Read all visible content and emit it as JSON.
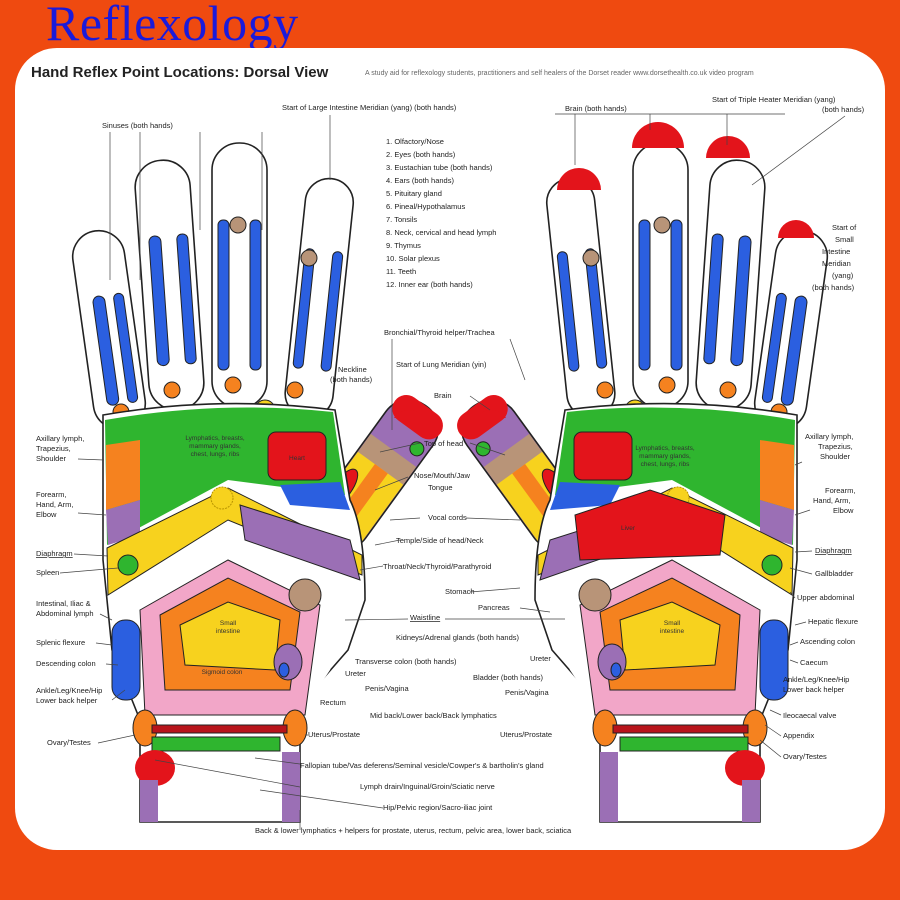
{
  "app_title": "Reflexology",
  "chart": {
    "title": "Hand Reflex Point Locations: Dorsal View",
    "subtitle": "A study aid for reflexology students, practitioners and self healers of the Dorset reader www.dorsethealth.co.uk video program"
  },
  "numbered_list": [
    "1. Olfactory/Nose",
    "2. Eyes (both hands)",
    "3. Eustachian tube (both hands)",
    "4. Ears (both hands)",
    "5. Pituitary gland",
    "6. Pineal/Hypothalamus",
    "7. Tonsils",
    "8. Neck, cervical and head lymph",
    "9. Thymus",
    "10. Solar plexus",
    "11. Teeth",
    "12. Inner ear (both hands)"
  ],
  "top_labels": {
    "sinuses": "Sinuses (both hands)",
    "large_intestine": "Start of Large Intestine Meridian (yang) (both hands)",
    "brain_both": "Brain (both hands)",
    "triple_heater_1": "Start of Triple Heater Meridian (yang)",
    "triple_heater_2": "(both hands)",
    "small_intestine": [
      "Start of",
      "Small",
      "Intestine",
      "Meridian",
      "(yang)",
      "(both hands)"
    ],
    "neckline": [
      "Neckline",
      "(both hands)"
    ]
  },
  "left_labels": {
    "axillary": [
      "Axillary lymph,",
      "Trapezius,",
      "Shoulder"
    ],
    "forearm": [
      "Forearm,",
      "Hand, Arm,",
      "Elbow"
    ],
    "diaphragm": "Diaphragm",
    "spleen": "Spleen",
    "intestinal": [
      "Intestinal, Iliac &",
      "Abdominal lymph"
    ],
    "splenic": "Splenic flexure",
    "descending": "Descending colon",
    "ankle": [
      "Ankle/Leg/Knee/Hip",
      "Lower back helper"
    ],
    "ovary": "Ovary/Testes"
  },
  "center_labels": {
    "bronchial": "Bronchial/Thyroid helper/Trachea",
    "lung": "Start of Lung Meridian (yin)",
    "brain": "Brain",
    "top_head": "Top of head",
    "nose": "Nose/Mouth/Jaw",
    "tongue": "Tongue",
    "vocal": "Vocal cords",
    "temple": "Temple/Side of head/Neck",
    "throat": "Throat/Neck/Thyroid/Parathyroid",
    "stomach": "Stomach",
    "pancreas": "Pancreas",
    "waistline": "Waistline",
    "kidneys": "Kidneys/Adrenal glands (both hands)",
    "transverse": "Transverse colon (both hands)",
    "ureter": "Ureter",
    "bladder": "Bladder (both hands)",
    "penis": "Penis/Vagina",
    "rectum": "Rectum",
    "midback": "Mid back/Lower back/Back lymphatics",
    "uterus": "Uterus/Prostate",
    "fallopian": "Fallopian tube/Vas deferens/Seminal vesicle/Cowper's & bartholin's gland",
    "lymph": "Lymph drain/Inguinal/Groin/Sciatic nerve",
    "hip": "Hip/Pelvic region/Sacro-iliac joint",
    "back": "Back & lower lymphatics + helpers for prostate, uterus, rectum, pelvic area, lower back, sciatica"
  },
  "right_labels": {
    "axillary": [
      "Axillary lymph,",
      "Trapezius,",
      "Shoulder"
    ],
    "forearm": [
      "Forearm,",
      "Hand, Arm,",
      "Elbow"
    ],
    "diaphragm": "Diaphragm",
    "gallbladder": "Gallbladder",
    "upper_abdominal": "Upper abdominal",
    "hepatic": "Hepatic flexure",
    "ascending": "Ascending colon",
    "caecum": "Caecum",
    "ankle": [
      "Ankle/Leg/Knee/Hip",
      "Lower back helper"
    ],
    "ileocaecal": "Ileocaecal valve",
    "appendix": "Appendix",
    "ovary": "Ovary/Testes"
  },
  "region_labels": {
    "lymphatics": [
      "Lymphatics, breasts,",
      "mammary glands,",
      "chest, lungs, ribs"
    ],
    "heart": "Heart",
    "small_intestine": [
      "Small",
      "intestine"
    ],
    "sigmoid": "Sigmoid colon",
    "liver": "Liver"
  },
  "colors": {
    "background": "#ef4a10",
    "title": "#1a1adb",
    "green": "#2fb52f",
    "yellow": "#f7d21e",
    "orange": "#f5821f",
    "red": "#e3141b",
    "blue": "#2b5fe0",
    "purple": "#9b6fb5",
    "pink": "#f2a6c8",
    "tan": "#b89478"
  }
}
